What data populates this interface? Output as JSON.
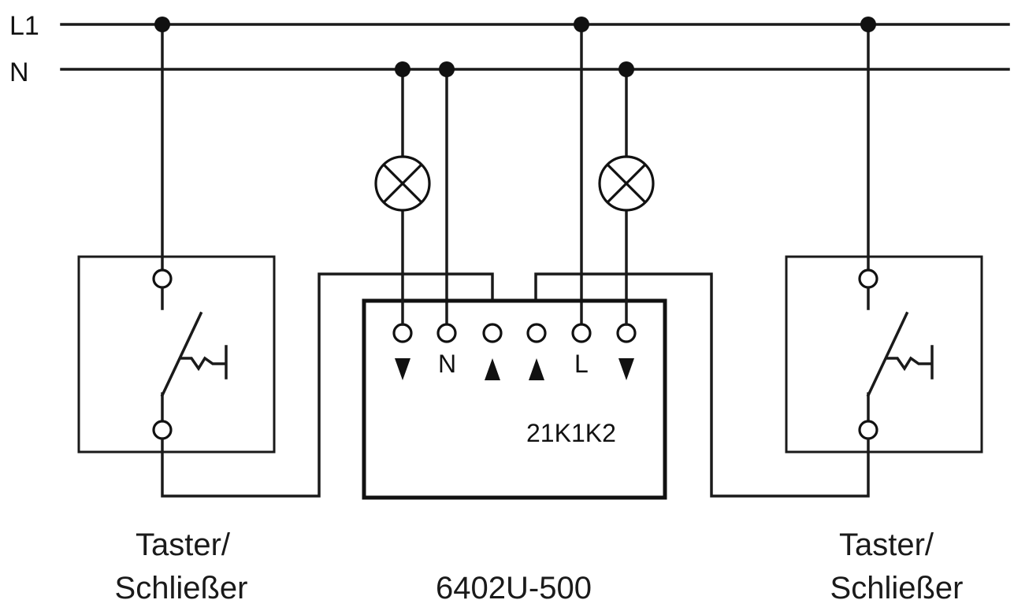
{
  "rails": {
    "l1": "L1",
    "n": "N"
  },
  "unit": {
    "terminal_labels": {
      "n": "N",
      "l": "L"
    },
    "code": "21K1K2",
    "caption": "6402U-500"
  },
  "switch_left": {
    "caption_line1": "Taster/",
    "caption_line2": "Schließer"
  },
  "switch_right": {
    "caption_line1": "Taster/",
    "caption_line2": "Schließer"
  }
}
